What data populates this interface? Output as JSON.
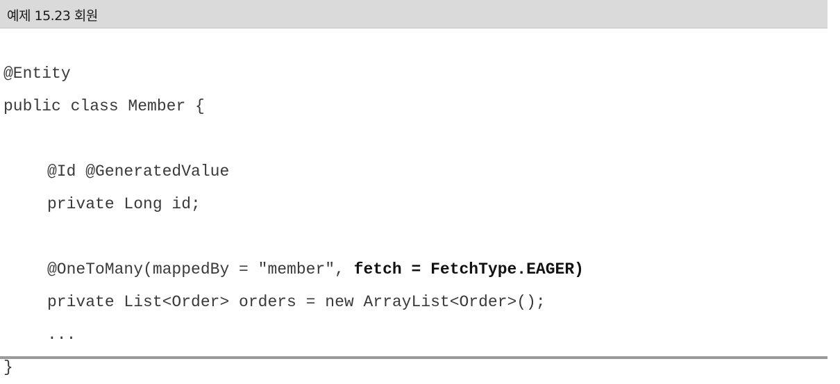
{
  "header": {
    "title": "예제 15.23 회원"
  },
  "code": {
    "line1": "@Entity",
    "line2": "public class Member {",
    "line4": "@Id @GeneratedValue",
    "line5": "private Long id;",
    "line7_plain": "@OneToMany(mappedBy = \"member\", ",
    "line7_bold": "fetch = FetchType.EAGER)",
    "line8": "private List<Order> orders = new ArrayList<Order>();",
    "line9": "...",
    "line10": "}"
  }
}
